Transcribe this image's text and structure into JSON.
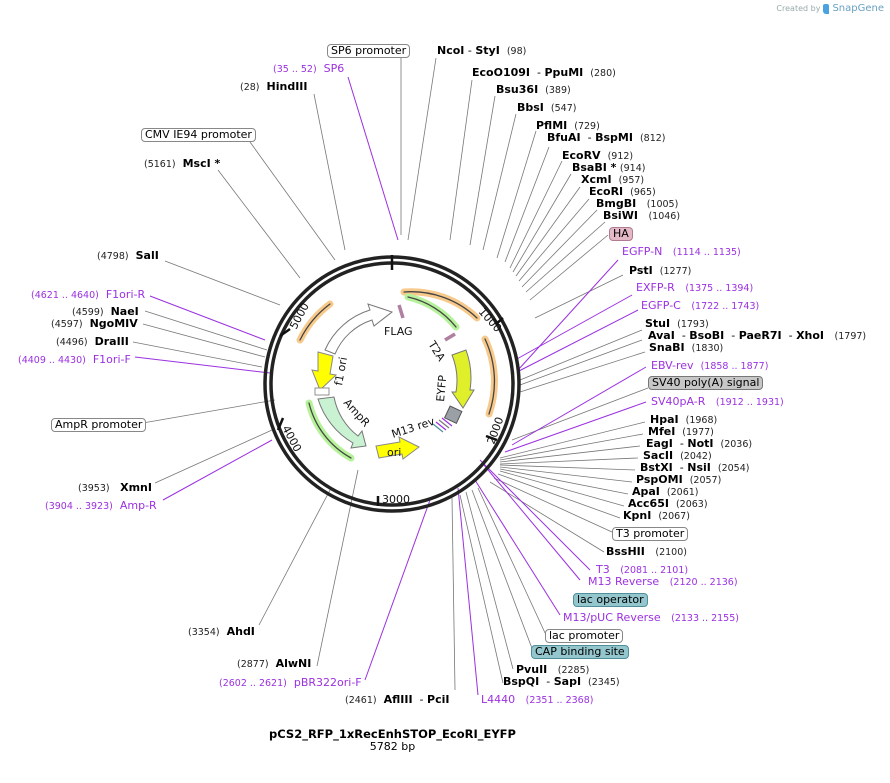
{
  "credit": {
    "prefix": "Created by",
    "brand": "SnapGene"
  },
  "plasmid": {
    "name": "pCS2_RFP_1xRecEnhSTOP_EcoRI_EYFP",
    "length": "5782 bp"
  },
  "ring": {
    "ticks": [
      "1000",
      "2000",
      "3000",
      "4000",
      "5000"
    ]
  },
  "inner_features": {
    "flag": "FLAG",
    "t2a": "T2A",
    "eyfp": "EYFP",
    "m13rev": "M13 rev",
    "ori": "ori",
    "ampr": "AmpR",
    "f1ori": "f1 ori"
  },
  "colors": {
    "primer": "#9b30e0",
    "eyfp": "#dff02a",
    "ori": "#ffff00",
    "ampr": "#c8f2d2",
    "orange_arc": "#f7c98b",
    "green_arc": "#b6f29a",
    "ha": "#e3b9c8",
    "feature_blue": "#94c6cd",
    "feature_gray": "#c7c7c7"
  },
  "feature_boxes": {
    "sp6_promoter": "SP6 promoter",
    "cmv_promoter": "CMV IE94 promoter",
    "ha": "HA",
    "sv40_polya": "SV40 poly(A) signal",
    "t3_promoter": "T3 promoter",
    "lac_operator": "lac operator",
    "lac_promoter": "lac promoter",
    "cap_site": "CAP binding site",
    "ampr_promoter": "AmpR promoter"
  },
  "sites": {
    "ncoi": {
      "name": "NcoI",
      "alt": "StyI",
      "pos": "(98)"
    },
    "eco0109i": {
      "name": "EcoO109I",
      "alt": "PpuMI",
      "pos": "(280)"
    },
    "bsu36i": {
      "name": "Bsu36I",
      "pos": "(389)"
    },
    "bbsi": {
      "name": "BbsI",
      "pos": "(547)"
    },
    "pflmi": {
      "name": "PflMI",
      "pos": "(729)"
    },
    "bfuai": {
      "name": "BfuAI",
      "alt": "BspMI",
      "pos": "(812)"
    },
    "ecorv": {
      "name": "EcoRV",
      "pos": "(912)"
    },
    "bsabi": {
      "name": "BsaBI *",
      "pos": "(914)"
    },
    "xcmi": {
      "name": "XcmI",
      "pos": "(957)"
    },
    "ecori": {
      "name": "EcoRI",
      "pos": "(965)"
    },
    "bmgbi": {
      "name": "BmgBI",
      "pos": "(1005)"
    },
    "bsiwi": {
      "name": "BsiWI",
      "pos": "(1046)"
    },
    "psti": {
      "name": "PstI",
      "pos": "(1277)"
    },
    "stui": {
      "name": "StuI",
      "pos": "(1793)"
    },
    "avai": {
      "name": "AvaI",
      "alt": "BsoBI",
      "alt2": "PaeR7I",
      "alt3": "XhoI",
      "pos": "(1797)"
    },
    "snabi": {
      "name": "SnaBI",
      "pos": "(1830)"
    },
    "hpai": {
      "name": "HpaI",
      "pos": "(1968)"
    },
    "mfei": {
      "name": "MfeI",
      "pos": "(1977)"
    },
    "eagi": {
      "name": "EagI",
      "alt": "NotI",
      "pos": "(2036)"
    },
    "sacii": {
      "name": "SacII",
      "pos": "(2042)"
    },
    "bstxi": {
      "name": "BstXI",
      "alt": "NsiI",
      "pos": "(2054)"
    },
    "pspomi": {
      "name": "PspOMI",
      "pos": "(2057)"
    },
    "apai": {
      "name": "ApaI",
      "pos": "(2061)"
    },
    "acc65i": {
      "name": "Acc65I",
      "pos": "(2063)"
    },
    "kpni": {
      "name": "KpnI",
      "pos": "(2067)"
    },
    "bsshii": {
      "name": "BssHII",
      "pos": "(2100)"
    },
    "pvuii": {
      "name": "PvuII",
      "pos": "(2285)"
    },
    "bspqi": {
      "name": "BspQI",
      "alt": "SapI",
      "pos": "(2345)"
    },
    "afliii": {
      "name": "AflIII",
      "alt": "PciI",
      "pos": "(2461)"
    },
    "alwni": {
      "name": "AlwNI",
      "pos": "(2877)"
    },
    "ahdi": {
      "name": "AhdI",
      "pos": "(3354)"
    },
    "xmni": {
      "name": "XmnI",
      "pos": "(3953)"
    },
    "draiii": {
      "name": "DraIII",
      "pos": "(4496)"
    },
    "ngomiv": {
      "name": "NgoMIV",
      "pos": "(4597)"
    },
    "naei": {
      "name": "NaeI",
      "pos": "(4599)"
    },
    "sali": {
      "name": "SalI",
      "pos": "(4798)"
    },
    "msci": {
      "name": "MscI *",
      "pos": "(5161)"
    },
    "hindiii": {
      "name": "HindIII",
      "pos": "(28)"
    }
  },
  "primers": {
    "sp6": {
      "name": "SP6",
      "range": "(35 .. 52)"
    },
    "egfp_n": {
      "name": "EGFP-N",
      "range": "(1114 .. 1135)"
    },
    "exfp_r": {
      "name": "EXFP-R",
      "range": "(1375 .. 1394)"
    },
    "egfp_c": {
      "name": "EGFP-C",
      "range": "(1722 .. 1743)"
    },
    "ebv_rev": {
      "name": "EBV-rev",
      "range": "(1858 .. 1877)"
    },
    "sv40pa_r": {
      "name": "SV40pA-R",
      "range": "(1912 .. 1931)"
    },
    "t3": {
      "name": "T3",
      "range": "(2081 .. 2101)"
    },
    "m13_reverse": {
      "name": "M13 Reverse",
      "range": "(2120 .. 2136)"
    },
    "m13puc_reverse": {
      "name": "M13/pUC Reverse",
      "range": "(2133 .. 2155)"
    },
    "l4440": {
      "name": "L4440",
      "range": "(2351 .. 2368)"
    },
    "pbr322ori_f": {
      "name": "pBR322ori-F",
      "range": "(2602 .. 2621)"
    },
    "amp_r": {
      "name": "Amp-R",
      "range": "(3904 .. 3923)"
    },
    "f1ori_f": {
      "name": "F1ori-F",
      "range": "(4409 .. 4430)"
    },
    "f1ori_r": {
      "name": "F1ori-R",
      "range": "(4621 .. 4640)"
    }
  }
}
